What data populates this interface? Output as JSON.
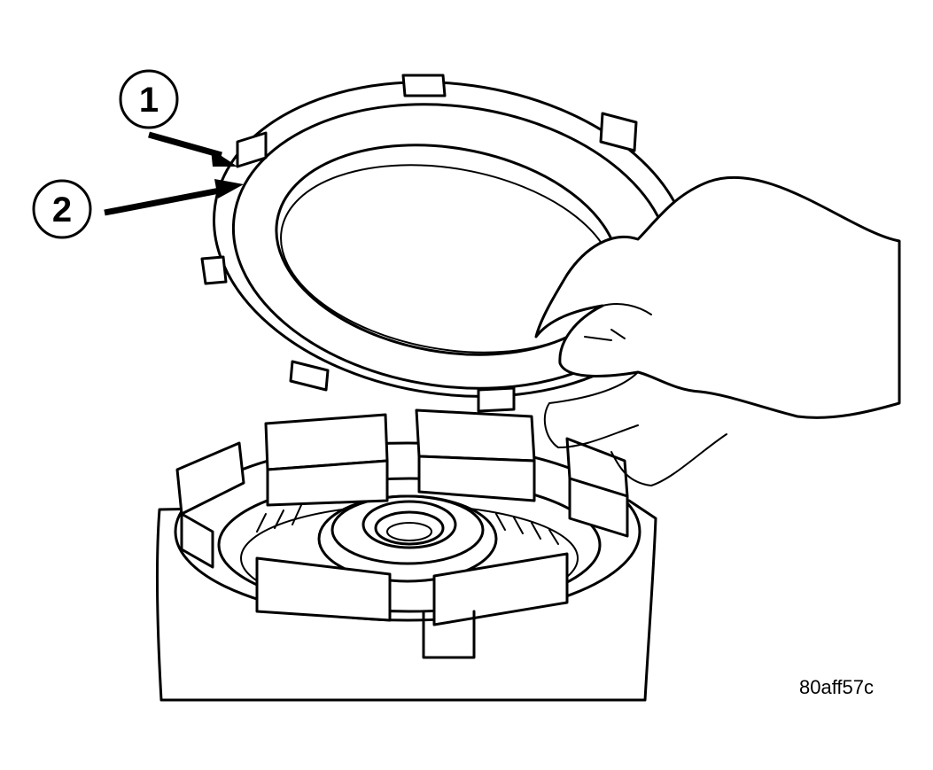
{
  "callouts": [
    {
      "id": "1",
      "label": "1"
    },
    {
      "id": "2",
      "label": "2"
    }
  ],
  "figure_code": "80aff57c",
  "colors": {
    "ink": "#000000",
    "paper": "#ffffff"
  }
}
